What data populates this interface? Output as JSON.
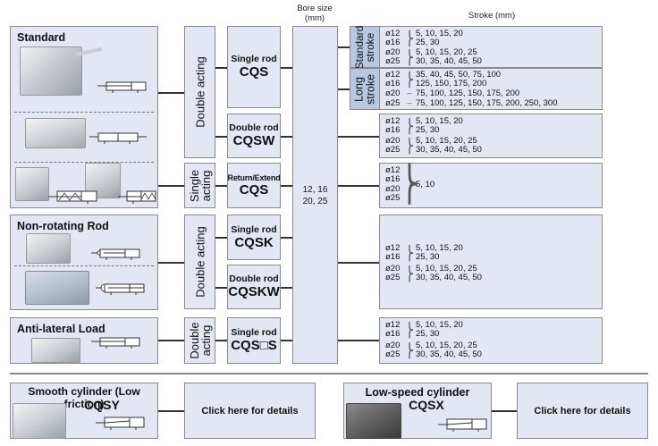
{
  "headers": {
    "bore_size": "Bore size",
    "bore_unit": "(mm)",
    "stroke": "Stroke (mm)"
  },
  "groups": [
    {
      "title": "Standard"
    },
    {
      "title": "Non-rotating Rod"
    },
    {
      "title": "Anti-lateral Load"
    }
  ],
  "acting": [
    {
      "label": "Double acting"
    },
    {
      "label_line1": "Single",
      "label_line2": "acting"
    },
    {
      "label": "Double acting"
    },
    {
      "label_line1": "Double",
      "label_line2": "acting"
    }
  ],
  "models": [
    {
      "type": "Single rod",
      "code": "CQS"
    },
    {
      "type": "Double rod",
      "code": "CQSW"
    },
    {
      "type": "Return/Extend",
      "code": "CQS"
    },
    {
      "type": "Single rod",
      "code": "CQSK"
    },
    {
      "type": "Double rod",
      "code": "CQSKW"
    },
    {
      "type": "Single rod",
      "code": "CQS□S"
    }
  ],
  "bore_sizes": {
    "line1": "12, 16",
    "line2": "20, 25"
  },
  "stroke_labels": {
    "standard": {
      "line1": "Standard",
      "line2": "stroke"
    },
    "long": {
      "line1": "Long",
      "line2": "stroke"
    }
  },
  "strokes": {
    "standard_stroke": [
      {
        "bores": [
          "ø12",
          "ø16"
        ],
        "values": [
          "5, 10, 15, 20",
          "25, 30"
        ]
      },
      {
        "bores": [
          "ø20",
          "ø25"
        ],
        "values": [
          "5, 10, 15, 20, 25",
          "30, 35, 40, 45, 50"
        ]
      }
    ],
    "long_stroke": [
      {
        "bores": [
          "ø12",
          "ø16"
        ],
        "values": [
          "35, 40, 45, 50, 75, 100",
          "125, 150, 175, 200"
        ]
      },
      {
        "bore": "ø20",
        "value": "75, 100, 125, 150, 175, 200"
      },
      {
        "bore": "ø25",
        "value": "75, 100, 125, 150, 175, 200, 250, 300"
      }
    ],
    "double_rod": [
      {
        "bores": [
          "ø12",
          "ø16"
        ],
        "values": [
          "5, 10, 15, 20",
          "25, 30"
        ]
      },
      {
        "bores": [
          "ø20",
          "ø25"
        ],
        "values": [
          "5, 10, 15, 20, 25",
          "30, 35, 40, 45, 50"
        ]
      }
    ],
    "single_acting": {
      "bores": [
        "ø12",
        "ø16",
        "ø20",
        "ø25"
      ],
      "value": "5, 10"
    },
    "non_rotating": [
      {
        "bores": [
          "ø12",
          "ø16"
        ],
        "values": [
          "5, 10, 15, 20",
          "25, 30"
        ]
      },
      {
        "bores": [
          "ø20",
          "ø25"
        ],
        "values": [
          "5, 10, 15, 20, 25",
          "30, 35, 40, 45, 50"
        ]
      }
    ],
    "anti_lateral": [
      {
        "bores": [
          "ø12",
          "ø16"
        ],
        "values": [
          "5, 10, 15, 20",
          "25, 30"
        ]
      },
      {
        "bores": [
          "ø20",
          "ø25"
        ],
        "values": [
          "5, 10, 15, 20, 25",
          "30, 35, 40, 45, 50"
        ]
      }
    ]
  },
  "bottom": [
    {
      "title": "Smooth cylinder (Low friction)",
      "code": "CQSY",
      "link": "Click here for details"
    },
    {
      "title": "Low-speed cylinder",
      "code": "CQSX",
      "link": "Click here for details"
    }
  ],
  "icons": {
    "brace": "⎬",
    "dash": "–"
  },
  "colors": {
    "box_fill": "#e2e7f3",
    "stroke_label_fill": "#b7c8e2",
    "border": "#8a8a8a",
    "connector": "#333333"
  }
}
